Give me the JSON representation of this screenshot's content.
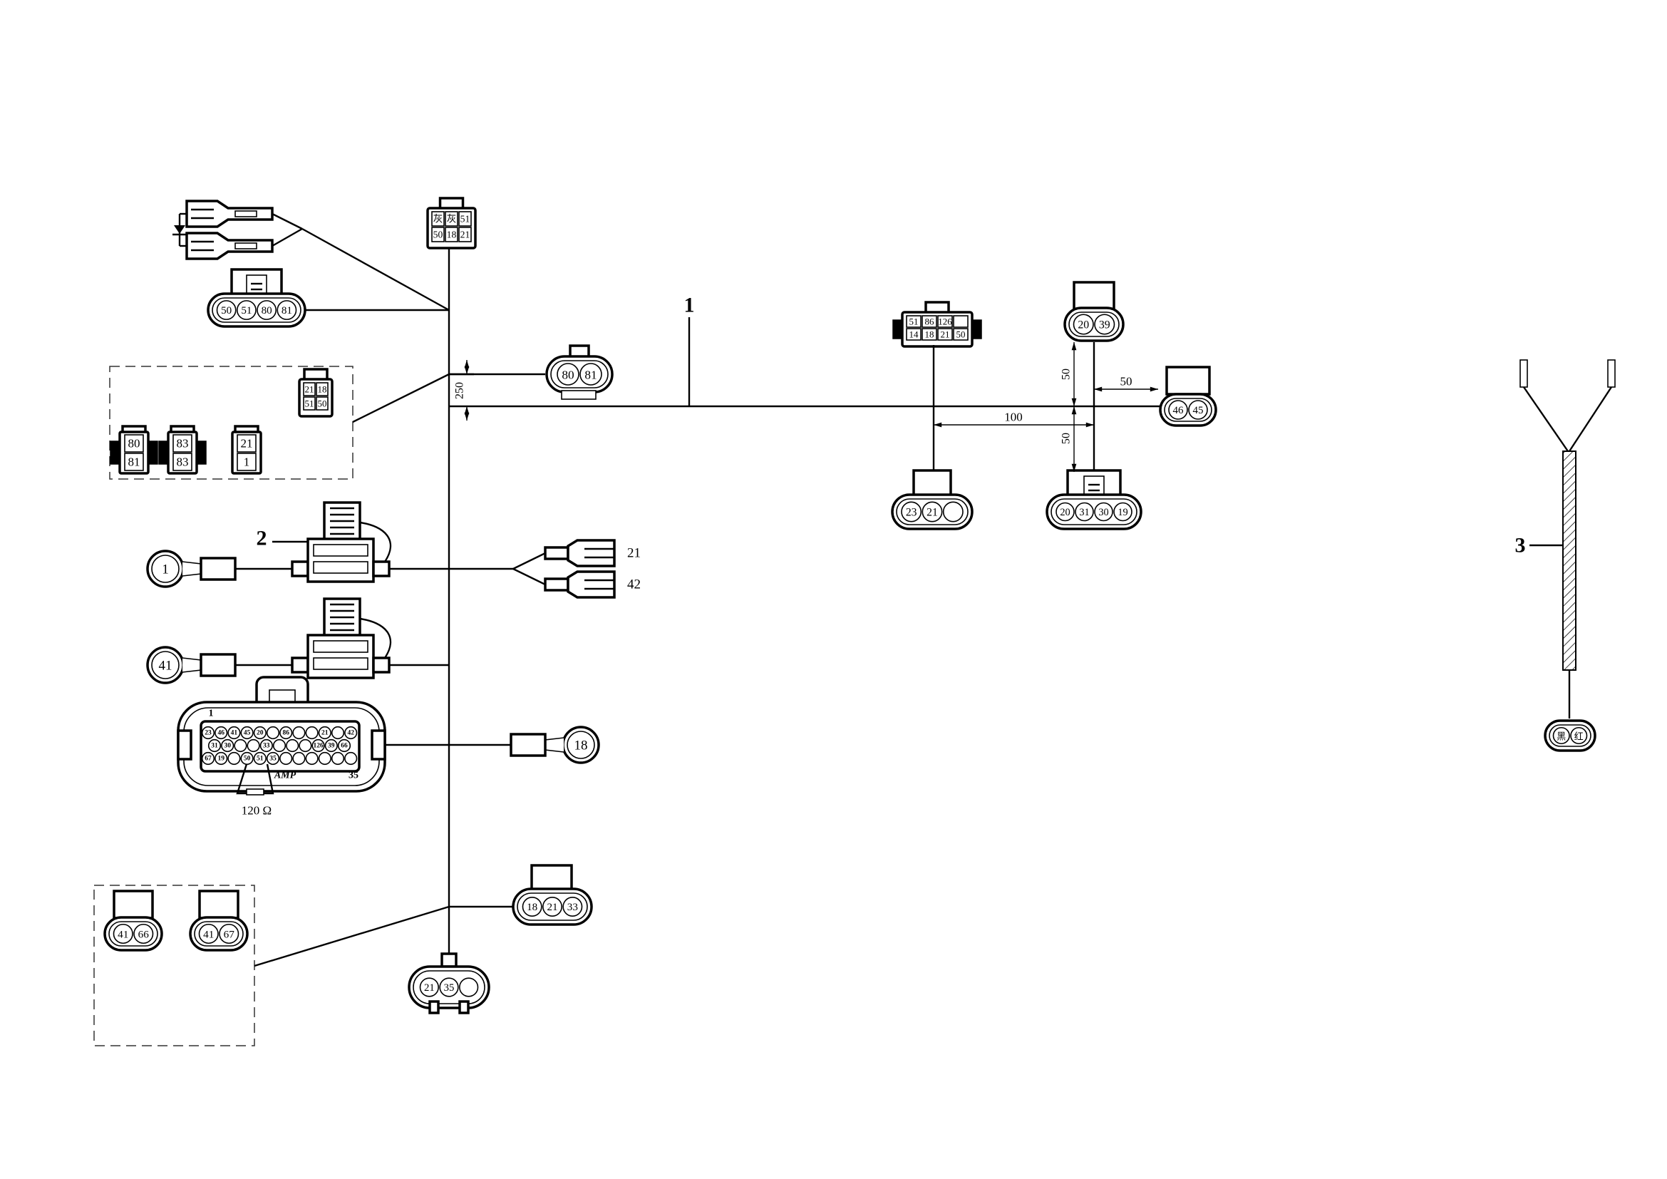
{
  "parts": {
    "harness": "1",
    "fuse": "2",
    "cable": "3"
  },
  "connectors": {
    "top_grey": [
      [
        "灰",
        "灰",
        "51"
      ],
      [
        "50",
        "18",
        "21"
      ]
    ],
    "c4_50_51_80_81": [
      "50",
      "51",
      "80",
      "81"
    ],
    "relay_box": [
      [
        "21",
        "18"
      ],
      [
        "51",
        "50"
      ]
    ],
    "box_80_81": [
      "80",
      "81"
    ],
    "box_83_83": [
      "83",
      "83"
    ],
    "box_21_1": [
      "21",
      "1"
    ],
    "c_80_81": [
      "80",
      "81"
    ],
    "c8": [
      [
        "51",
        "86",
        "126",
        ""
      ],
      [
        "14",
        "18",
        "21",
        "50"
      ]
    ],
    "c_23_21": [
      "23",
      "21",
      ""
    ],
    "c_20_39": [
      "20",
      "39"
    ],
    "c_20_31_30_19": [
      "20",
      "31",
      "30",
      "19"
    ],
    "c_46_45": [
      "46",
      "45"
    ],
    "ecu": {
      "rows": [
        [
          "23",
          "46",
          "41",
          "45",
          "20",
          "",
          "86",
          "",
          "",
          "21",
          "",
          "42"
        ],
        [
          "31",
          "30",
          "",
          "",
          "33",
          "",
          "",
          "",
          "126",
          "39",
          "66"
        ],
        [
          "67",
          "19",
          "",
          "50",
          "51",
          "35",
          "",
          "",
          "",
          "",
          "",
          ""
        ]
      ],
      "pin_first": "1",
      "pin_last": "35",
      "brand": "AMP"
    },
    "c_18_21_33": [
      "18",
      "21",
      "33"
    ],
    "box2_41_66": [
      "41",
      "66"
    ],
    "box2_41_67": [
      "41",
      "67"
    ],
    "c_21_35": [
      "21",
      "35",
      ""
    ],
    "cable_end": [
      "黑",
      "红"
    ]
  },
  "terminals": {
    "ring_1": "1",
    "ring_41": "41",
    "ring_18": "18",
    "spade_21": "21",
    "spade_42": "42"
  },
  "resistor": "120 Ω",
  "dimensions": {
    "d250": "250",
    "d100": "100",
    "d50_up": "50",
    "d50_down": "50",
    "d50_right": "50"
  }
}
